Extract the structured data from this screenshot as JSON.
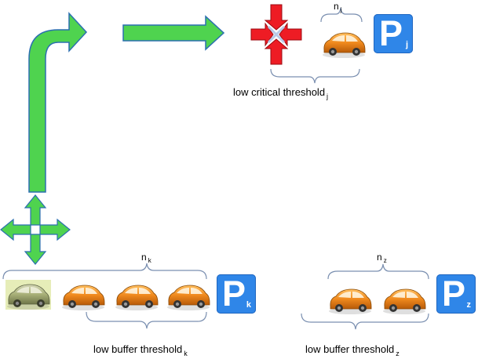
{
  "labels": {
    "critical_threshold": "low critical threshold",
    "critical_threshold_sub": "j",
    "buffer_threshold_k": "low buffer threshold",
    "buffer_threshold_k_sub": "k",
    "buffer_threshold_z": "low buffer threshold",
    "buffer_threshold_z_sub": "z"
  },
  "counts": {
    "n_j": "n",
    "n_j_sub": "j",
    "n_k": "n",
    "n_k_sub": "k",
    "n_z": "n",
    "n_z_sub": "z"
  },
  "parking_signs": [
    {
      "letter": "P",
      "sub": "j"
    },
    {
      "letter": "P",
      "sub": "k"
    },
    {
      "letter": "P",
      "sub": "z"
    }
  ],
  "colors": {
    "arrow_green": "#4fd34f",
    "arrow_outline": "#2b6fb0",
    "stop_red": "#ee1c24",
    "car_orange": "#f08a1e",
    "car_gray_green": "#a8b078",
    "parking_blue": "#2f86e8",
    "bracket": "#7a8fb0"
  },
  "icons": [
    "turn-arrow-icon",
    "right-arrow-icon",
    "stop-cross-icon",
    "move-cross-icon",
    "car-icon",
    "parking-icon"
  ]
}
